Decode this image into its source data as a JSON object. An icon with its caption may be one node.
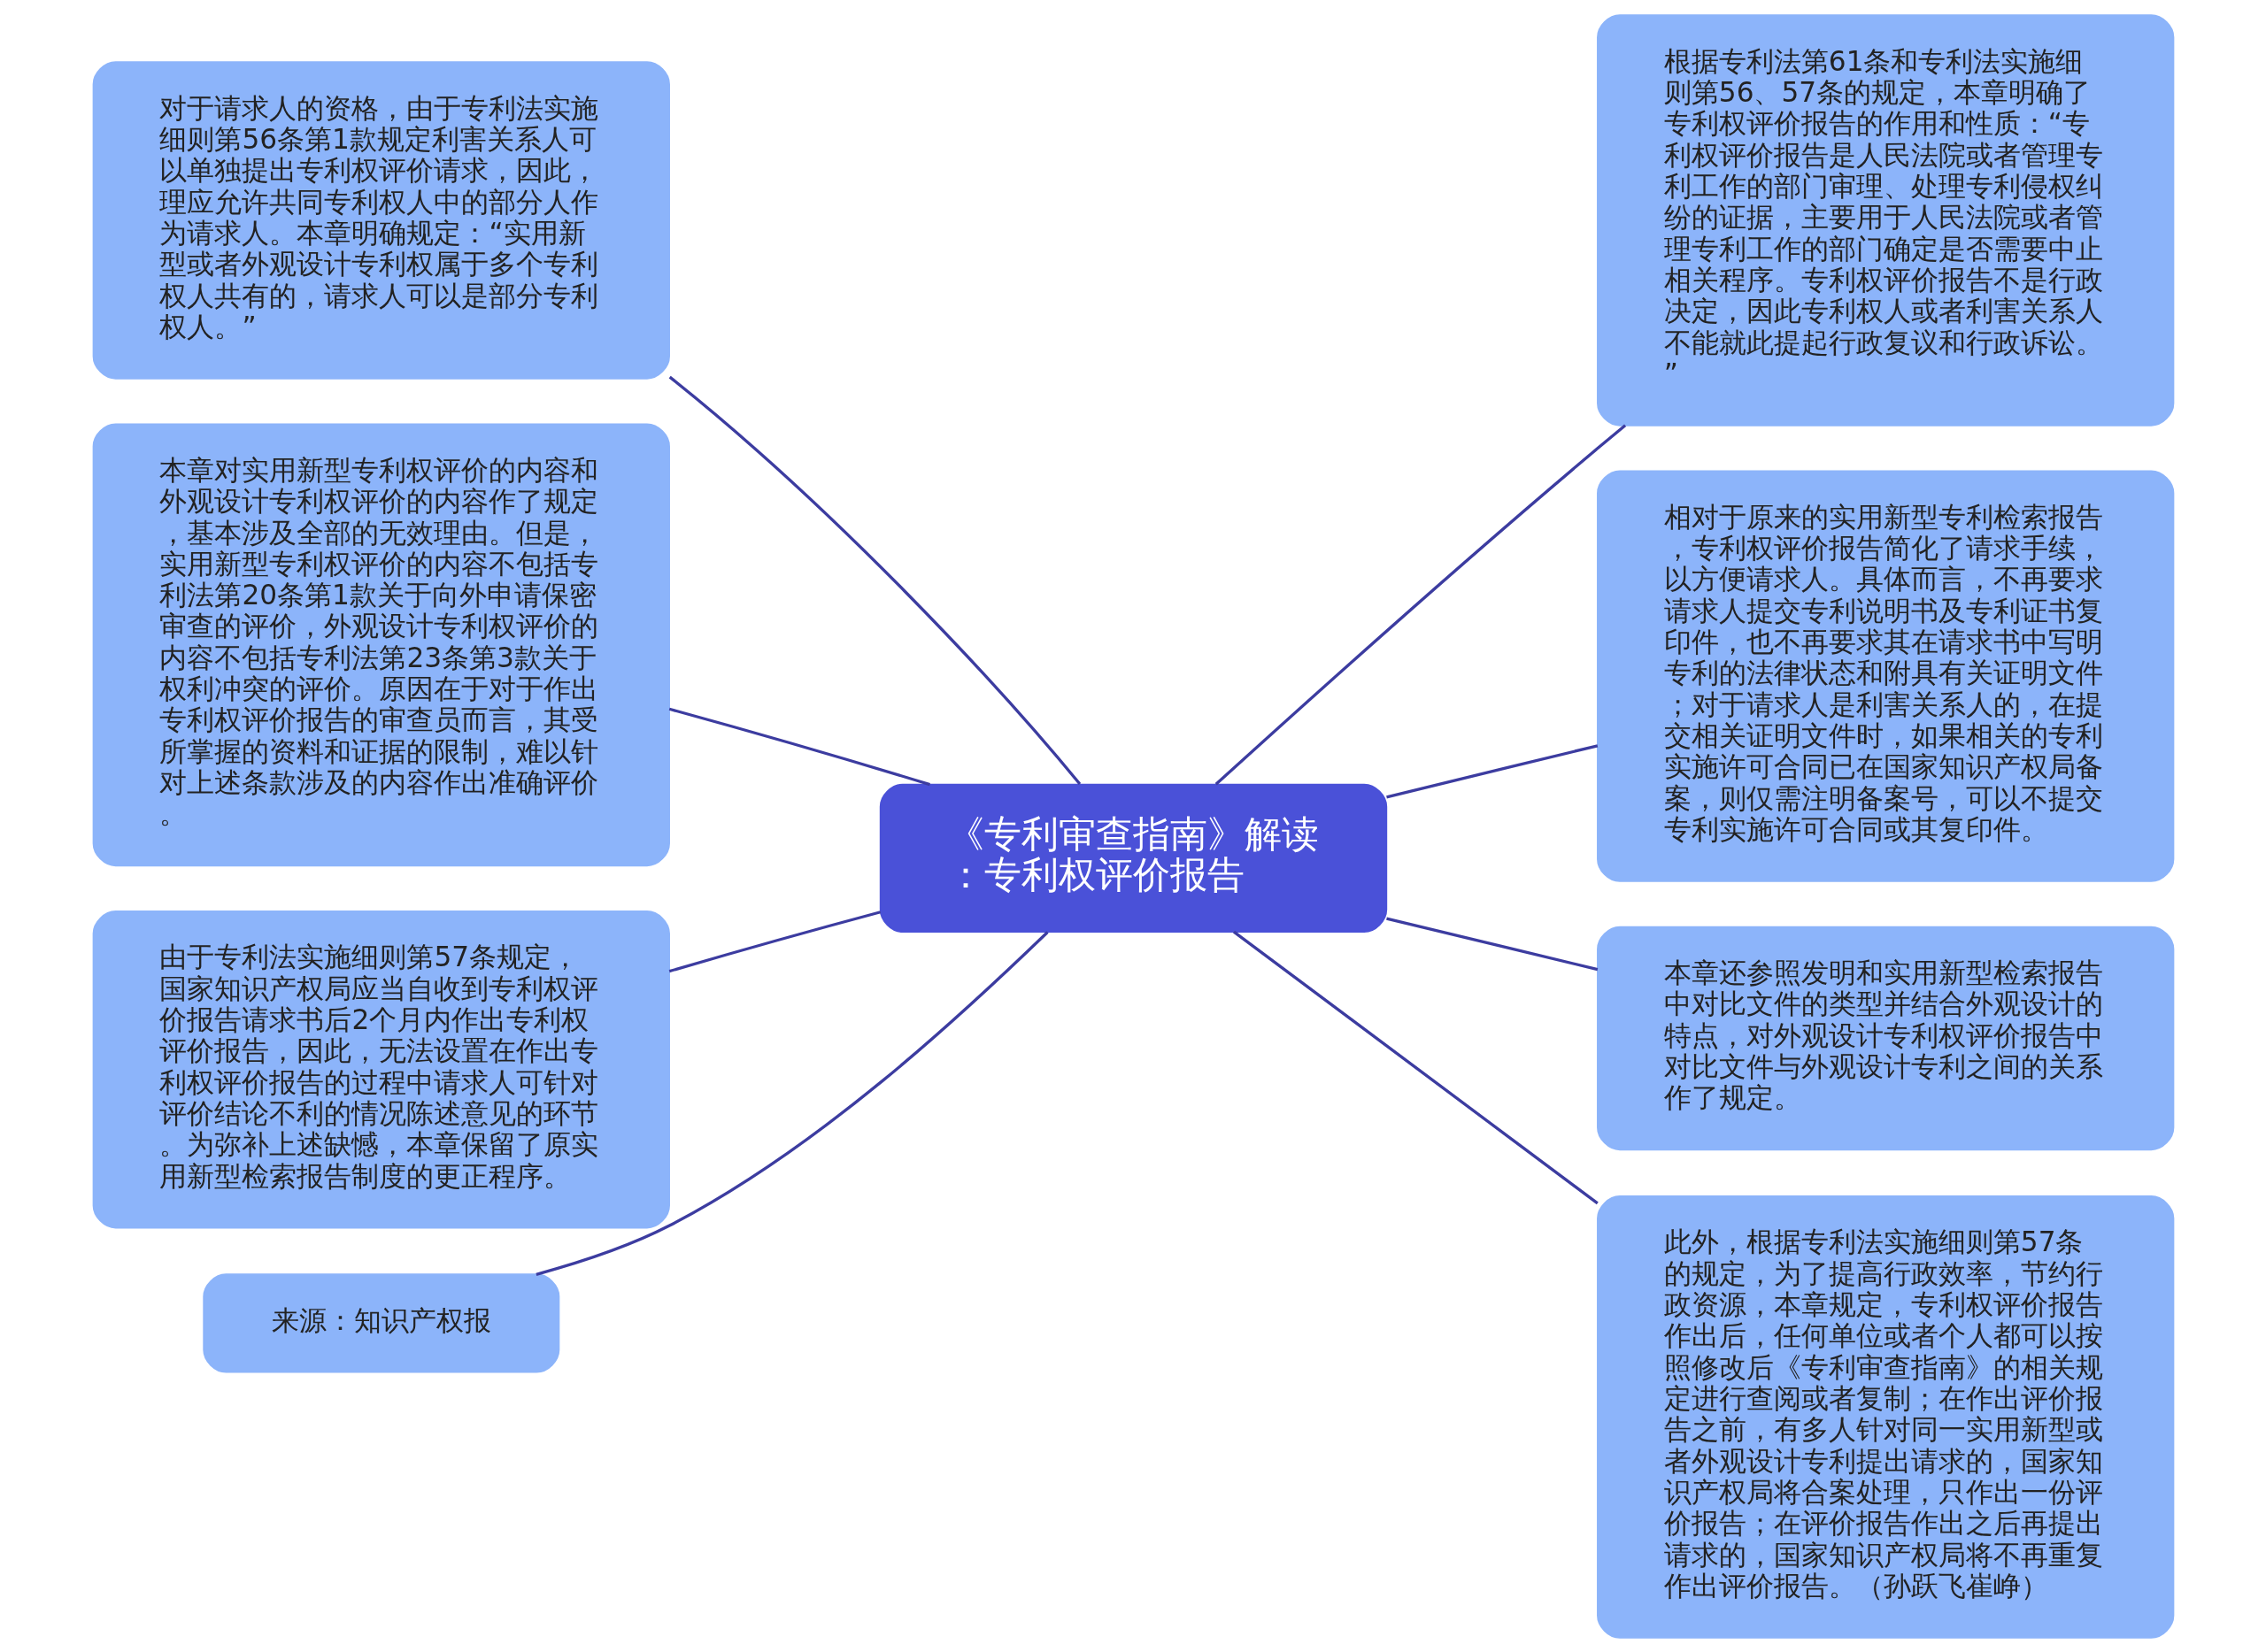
{
  "diagram": {
    "nodes": [
      {
        "text": [
          "《专利审查指南》解读：专利权评价报告"
        ]
      },
      {
        "text": [
          "对于请求人的资格，由于专利法实施细则第56条第1款规定利害关系人可以单独提出专利权评价请求，因此，理应允许共同专利权人中的部分人作为请求人。本章明确规定：“实用新型或者外观设计专利权属于多个专利权人共有的，请求人可以是部分专利权人。”"
        ]
      },
      {
        "text": [
          "本章对实用新型专利权评价的内容和外观设计专利权评价的内容作了规定，基本涉及全部的无效理由。但是，实用新型专利权评价的内容不包括专利法第20条第1款关于向外申请保密审查的评价，外观设计专利权评价的内容不包括专利法第23条第3款关于权利冲突的评价。原因在于对于作出专利权评价报告的审查员而言，其受所掌握的资料和证据的限制，难以针对上述条款涉及的内容作出准确评价。"
        ]
      },
      {
        "text": [
          "由于专利法实施细则第57条规定，国家知识产权局应当自收到专利权评价报告请求书后2个月内作出专利权评价报告，因此，无法设置在作出专利权评价报告的过程中请求人可针对评价结论不利的情况陈述意见的环节。为弥补上述缺憾，本章保留了原实用新型检索报告制度的更正程序。"
        ]
      },
      {
        "text": [
          "来源：知识产权报"
        ]
      },
      {
        "text": [
          "根据专利法第61条和专利法实施细则第56、57条的规定，本章明确了专利权评价报告的作用和性质：“专利权评价报告是人民法院或者管理专利工作的部门审理、处理专利侵权纠纷的证据，主要用于人民法院或者管理专利工作的部门确定是否需要中止相关程序。专利权评价报告不是行政决定，因此专利权人或者利害关系人不能就此提起行政复议和行政诉讼。”"
        ]
      },
      {
        "text": [
          "相对于原来的实用新型专利检索报告，专利权评价报告简化了请求手续，以方便请求人。具体而言，不再要求请求人提交专利说明书及专利证书复印件，也不再要求其在请求书中写明专利的法律状态和附具有关证明文件；对于请求人是利害关系人的，在提交相关证明文件时，如果相关的专利实施许可合同已在国家知识产权局备案，则仅需注明备案号，可以不提交专利实施许可合同或其复印件。"
        ]
      },
      {
        "text": [
          "本章还参照发明和实用新型检索报告中对比文件的类型并结合外观设计的特点，对外观设计专利权评价报告中对比文件与外观设计专利之间的关系作了规定。"
        ]
      },
      {
        "text": [
          "此外，根据专利法实施细则第57条的规定，为了提高行政效率，节约行政资源，本章规定，专利权评价报告作出后，任何单位或者个人都可以按照修改后《专利审查指南》的相关规定进行查阅或者复制；在作出评价报告之前，有多人针对同一实用新型或者外观设计专利提出请求的，国家知识产权局将合案处理，只作出一份评价报告；在评价报告作出之后再提出请求的，国家知识产权局将不再重复作出评价报告。（孙跃飞崔峥）"
        ]
      }
    ],
    "edges": [
      {
        "from": 0,
        "to": 1,
        "arrow": "none"
      },
      {
        "from": 0,
        "to": 2,
        "arrow": "none"
      },
      {
        "from": 0,
        "to": 3,
        "arrow": "none"
      },
      {
        "from": 0,
        "to": 4,
        "arrow": "none"
      },
      {
        "from": 0,
        "to": 5,
        "arrow": "none"
      },
      {
        "from": 0,
        "to": 6,
        "arrow": "none"
      },
      {
        "from": 0,
        "to": 7,
        "arrow": "none"
      },
      {
        "from": 0,
        "to": 8,
        "arrow": "none"
      }
    ]
  }
}
